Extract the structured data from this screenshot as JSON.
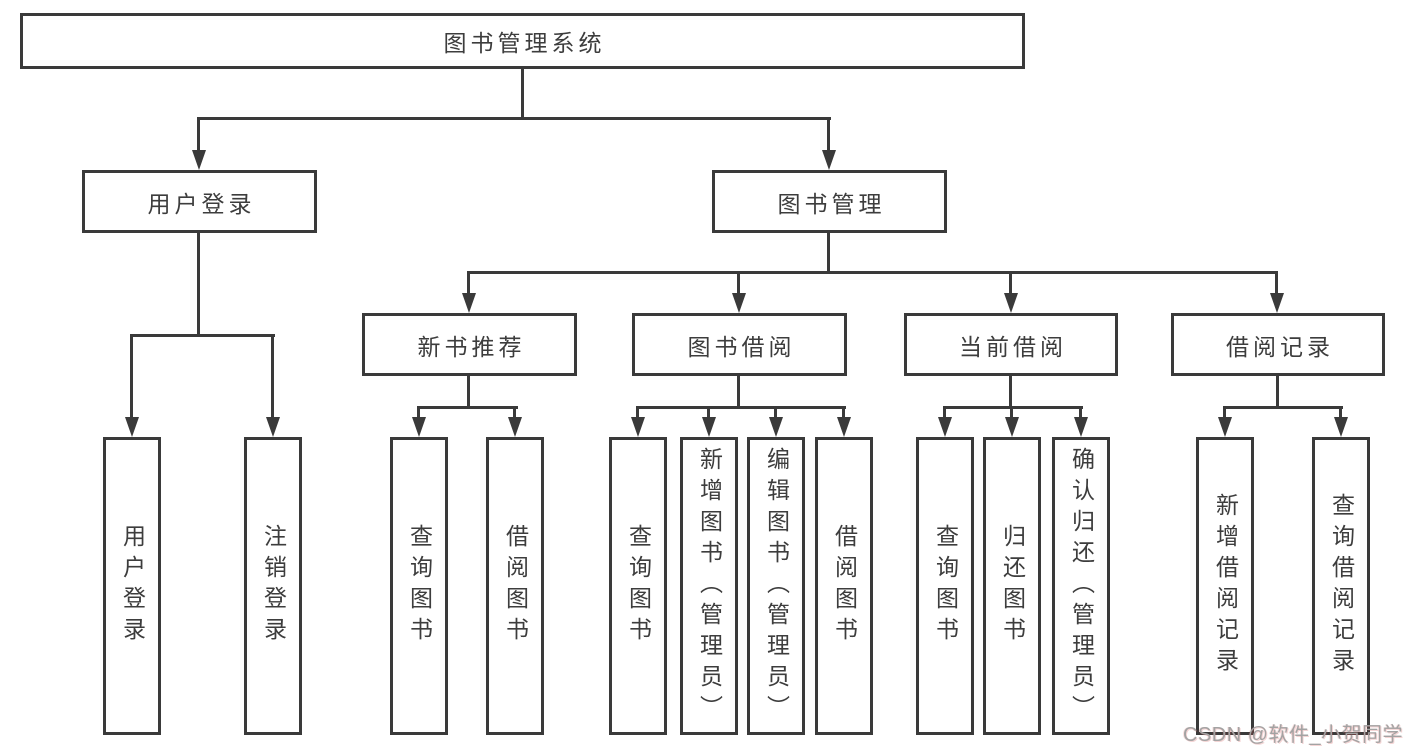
{
  "tree": {
    "root": {
      "label": "图书管理系统"
    },
    "user_login": {
      "label": "用户登录",
      "children": {
        "login": {
          "label": "用户登录"
        },
        "logout": {
          "label": "注销登录"
        }
      }
    },
    "book_mgmt": {
      "label": "图书管理",
      "children": {
        "new_book_rec": {
          "label": "新书推荐",
          "children": {
            "query_books": {
              "label": "查询图书"
            },
            "borrow_books": {
              "label": "借阅图书"
            }
          }
        },
        "book_borrow": {
          "label": "图书借阅",
          "children": {
            "query_books": {
              "label": "查询图书"
            },
            "add_books": {
              "label": "新增图书（管理员）"
            },
            "edit_books": {
              "label": "编辑图书（管理员）"
            },
            "borrow_books": {
              "label": "借阅图书"
            }
          }
        },
        "current_borrow": {
          "label": "当前借阅",
          "children": {
            "query_books": {
              "label": "查询图书"
            },
            "return_books": {
              "label": "归还图书"
            },
            "confirm_return": {
              "label": "确认归还（管理员）"
            }
          }
        },
        "borrow_records": {
          "label": "借阅记录",
          "children": {
            "add_record": {
              "label": "新增借阅记录"
            },
            "query_record": {
              "label": "查询借阅记录"
            }
          }
        }
      }
    }
  },
  "watermark": {
    "text": "CSDN @软件_小贺同学"
  },
  "colors": {
    "line": "#3a3a3a",
    "text": "#3d3d3d",
    "background": "#ffffff",
    "watermark": "#a3a3a3"
  }
}
